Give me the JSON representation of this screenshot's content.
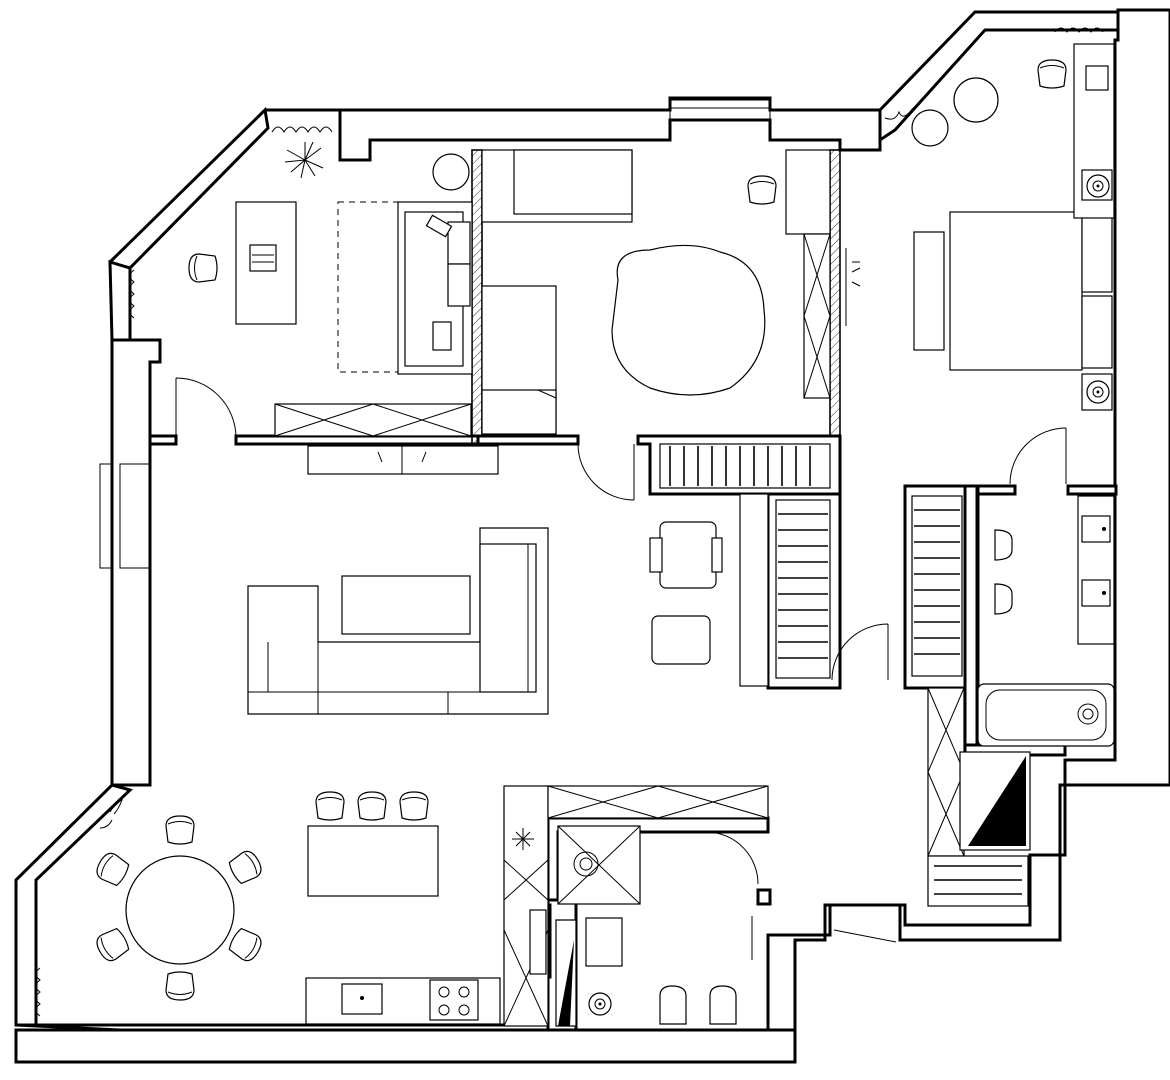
{
  "plan": {
    "rooms": [
      "study",
      "kids-bedroom",
      "master-bedroom",
      "living-room",
      "dining-kitchen",
      "bathroom",
      "guest-wc",
      "hallway"
    ],
    "colors": {
      "line": "#000000",
      "background": "#ffffff"
    }
  }
}
